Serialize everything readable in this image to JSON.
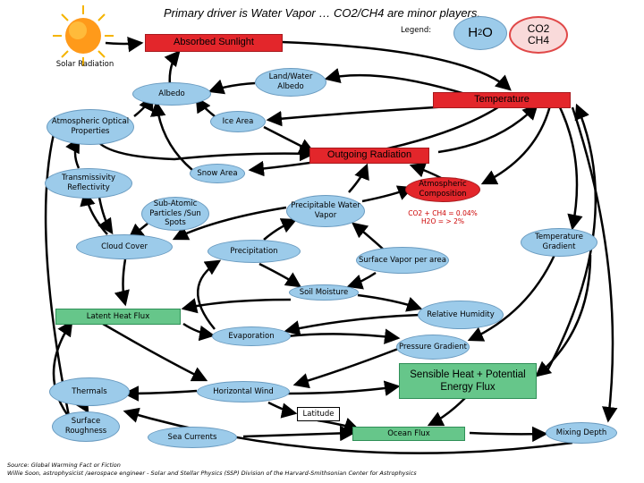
{
  "title": "Primary driver is Water Vapor … CO2/CH4 are minor players.",
  "legend": {
    "label": "Legend:",
    "h2o_main": "H",
    "h2o_sub": "2",
    "h2o_tail": "O",
    "co2_line1": "CO2",
    "co2_line2": "CH4"
  },
  "nodes": {
    "solar_radiation": "Solar Radiation",
    "absorbed_sunlight": "Absorbed Sunlight",
    "land_water_albedo": "Land/Water Albedo",
    "albedo": "Albedo",
    "temperature": "Temperature",
    "atmospheric_optical": "Atmospheric Optical Properties",
    "ice_area": "Ice Area",
    "outgoing_radiation": "Outgoing Radiation",
    "transmissivity": "Transmissivity Reflectivity",
    "snow_area": "Snow Area",
    "atmospheric_composition": "Atmospheric Composition",
    "sub_atomic": "Sub-Atomic Particles /Sun Spots",
    "precipitable_water": "Precipitable Water Vapor",
    "co2_ch4_pct": "CO2 + CH4 = 0.04%",
    "h2o_pct": "H2O = > 2%",
    "cloud_cover": "Cloud Cover",
    "precipitation": "Precipitation",
    "temperature_gradient": "Temperature Gradient",
    "surface_vapor": "Surface Vapor per area",
    "soil_moisture": "Soil Moisture",
    "relative_humidity": "Relative Humidity",
    "latent_heat_flux": "Latent Heat Flux",
    "evaporation": "Evaporation",
    "pressure_gradient": "Pressure Gradient",
    "sensible_heat": "Sensible Heat + Potential Energy Flux",
    "thermals": "Thermals",
    "horizontal_wind": "Horizontal Wind",
    "latitude": "Latitude",
    "surface_roughness": "Surface Roughness",
    "sea_currents": "Sea Currents",
    "ocean_flux": "Ocean Flux",
    "mixing_depth": "Mixing Depth"
  },
  "source": {
    "line1": "Source: Global Warming Fact or Fiction",
    "line2": "Willie Soon, astrophysicist /aerospace engineer - Solar and Stellar Physics (SSP) Division of the Harvard-Smithsonian Center for Astrophysics"
  },
  "colors": {
    "water_vapor": "#9ccbea",
    "co2": "#f9dada",
    "green": "#66c68a",
    "red": "#e3262b",
    "arrow": "#000000"
  },
  "icons": [
    "sun-icon"
  ]
}
